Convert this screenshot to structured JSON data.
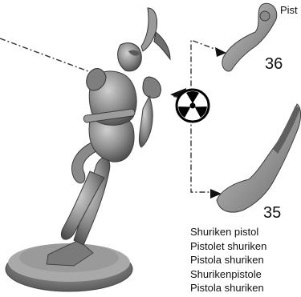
{
  "top_label": "Pist",
  "part_numbers": [
    "36",
    "35"
  ],
  "weapon_names": [
    "Shuriken pistol",
    "Pistolet shuriken",
    "Pistola shuriken",
    "Shurikenpistole",
    "Pistola shuriken"
  ],
  "icons": {
    "assembly_symbol": "radiation-trefoil-icon"
  },
  "colors": {
    "figure_fill": "#8c8c8c",
    "figure_dark": "#4a4a4a",
    "figure_light": "#c6c6c6",
    "line": "#222222"
  }
}
